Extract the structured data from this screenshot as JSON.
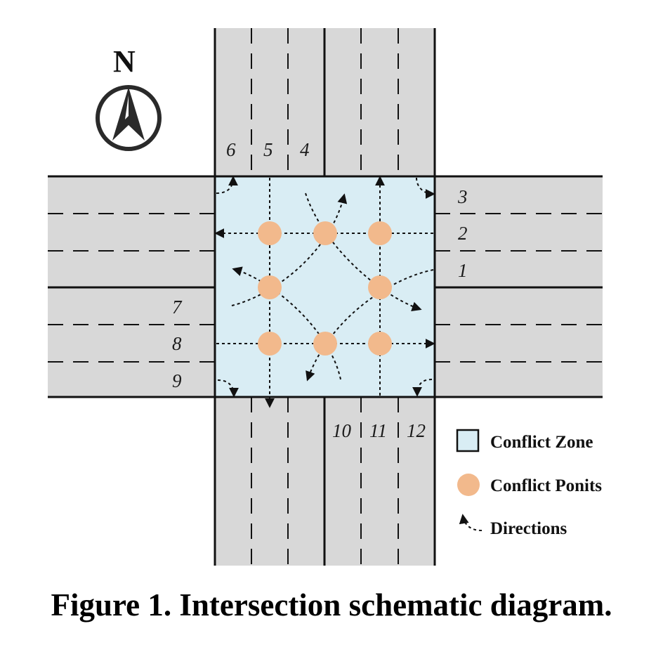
{
  "north_label": "N",
  "lanes": {
    "east_approach": [
      "3",
      "2",
      "1"
    ],
    "north_approach": [
      "6",
      "5",
      "4"
    ],
    "west_approach": [
      "7",
      "8",
      "9"
    ],
    "south_approach": [
      "10",
      "11",
      "12"
    ]
  },
  "legend": {
    "conflict_zone": "Conflict Zone",
    "conflict_points": "Conflict Ponits",
    "directions": "Directions"
  },
  "caption": "Figure 1. Intersection schematic diagram.",
  "colors": {
    "road": "#d8d8d8",
    "conflict_zone": "#d9edf4",
    "conflict_point": "#f2b98c",
    "line": "#111111"
  }
}
